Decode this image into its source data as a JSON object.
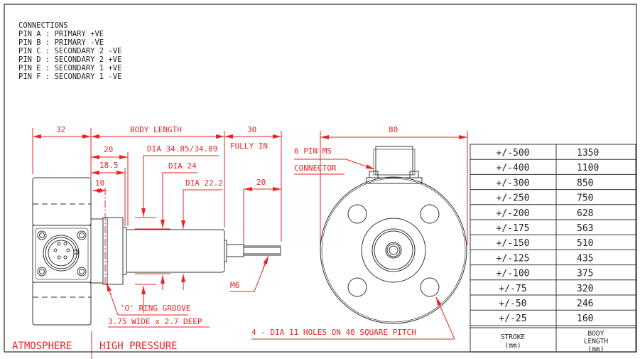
{
  "connections": {
    "title": "CONNECTIONS",
    "pins": [
      "PIN A : PRIMARY +VE",
      "PIN B : PRIMARY -VE",
      "PIN C : SECONDARY 2 -VE",
      "PIN D : SECONDARY 2 +VE",
      "PIN E : SECONDARY 1 +VE",
      "PIN F : SECONDARY 1 -VE"
    ]
  },
  "side_view": {
    "dim_housing": "32",
    "dim_body_length": "BODY LENGTH",
    "dim_stroke_fully_in": "30",
    "fully_in_label": "FULLY IN",
    "dim_20": "20",
    "dim_18_5": "18.5",
    "dim_10": "10",
    "dia_flange": "DIA 34.85/34.89",
    "dia_24": "DIA 24",
    "dia_22_2": "DIA 22.2",
    "dim_thread_20": "20",
    "thread_label": "M6",
    "oring_label": "'O' RING GROOVE",
    "oring_spec": "3.75 WIDE x 2.7 DEEP",
    "zone_atmosphere": "ATMOSPHERE",
    "zone_high_pressure": "HIGH PRESSURE"
  },
  "end_view": {
    "dim_80": "80",
    "connector_label_1": "6 PIN MS",
    "connector_label_2": "CONNECTOR",
    "holes_note": "4 - DIA 11 HOLES ON 40 SQUARE PITCH"
  },
  "table": {
    "rows": [
      {
        "stroke": "+/-500",
        "body_length": "1350"
      },
      {
        "stroke": "+/-400",
        "body_length": "1100"
      },
      {
        "stroke": "+/-300",
        "body_length": "850"
      },
      {
        "stroke": "+/-250",
        "body_length": "750"
      },
      {
        "stroke": "+/-200",
        "body_length": "628"
      },
      {
        "stroke": "+/-175",
        "body_length": "563"
      },
      {
        "stroke": "+/-150",
        "body_length": "510"
      },
      {
        "stroke": "+/-125",
        "body_length": "435"
      },
      {
        "stroke": "+/-100",
        "body_length": "375"
      },
      {
        "stroke": "+/-75",
        "body_length": "320"
      },
      {
        "stroke": "+/-50",
        "body_length": "246"
      },
      {
        "stroke": "+/-25",
        "body_length": "160"
      }
    ],
    "header_stroke": "STROKE",
    "header_stroke_unit": "(mm)",
    "header_body_1": "BODY",
    "header_body_2": "LENGTH",
    "header_body_unit": "(mm)"
  },
  "colors": {
    "dimension": "#ee2222",
    "outline": "#333333"
  }
}
